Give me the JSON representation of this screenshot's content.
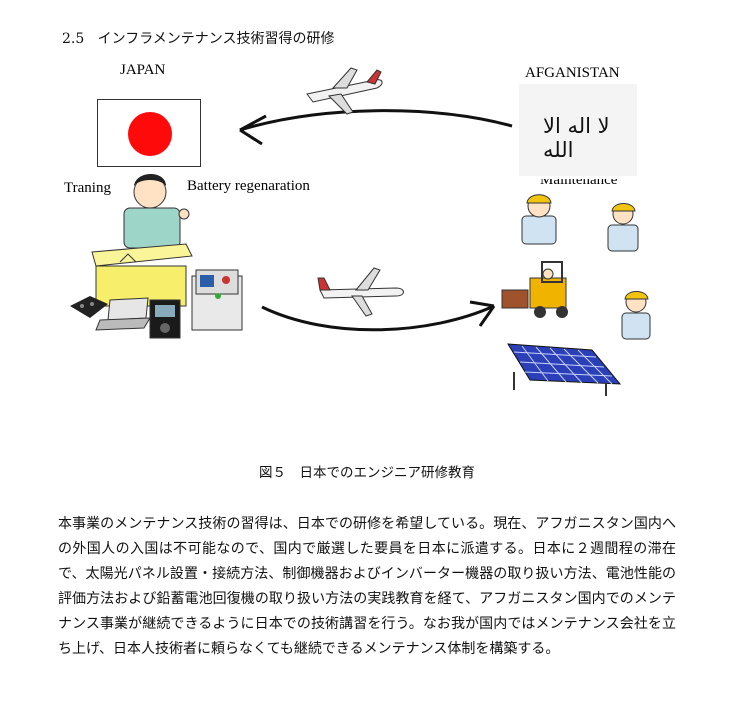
{
  "section": {
    "number": "2.5",
    "title": "インフラメンテナンス技術習得の研修"
  },
  "figure": {
    "labels": {
      "japan": "JAPAN",
      "afganistan": "AFGANISTAN",
      "training": "Traning",
      "battery": "Battery regenaration",
      "maintenance": "Maintenance"
    },
    "flag_af_script": "لا اله الا الله",
    "caption": "図５　日本でのエンジニア研修教育",
    "colors": {
      "japan_sun": "#ff0a0a",
      "podium": "#f7ef6b",
      "worker_shirt": "#9dd6c8",
      "helmet": "#f1c40f",
      "forklift": "#f0b400",
      "solar_panel": "#2b3fb8"
    }
  },
  "body_paragraph": "本事業のメンテナンス技術の習得は、日本での研修を希望している。現在、アフガニスタン国内への外国人の入国は不可能なので、国内で厳選した要員を日本に派遣する。日本に２週間程の滞在で、太陽光パネル設置・接続方法、制御機器およびインバーター機器の取り扱い方法、電池性能の評価方法および鉛蓄電池回復機の取り扱い方法の実践教育を経て、アフガニスタン国内でのメンテナンス事業が継続できるように日本での技術講習を行う。なお我が国内ではメンテナンス会社を立ち上げ、日本人技術者に頼らなくても継続できるメンテナンス体制を構築する。"
}
